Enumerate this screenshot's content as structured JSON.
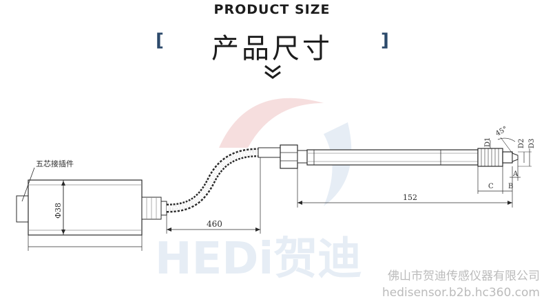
{
  "header": {
    "title_en": "PRODUCT SIZE",
    "title_cn": "产品尺寸",
    "bracket_left": "[",
    "bracket_right": "]"
  },
  "drawing": {
    "connector_label": "五芯接插件",
    "dim_body_diameter": "Φ38",
    "dim_cable_length": "460",
    "dim_rod_length": "152",
    "dim_d1": "D1",
    "dim_d2": "D2",
    "dim_d3": "D3",
    "dim_angle": "45°",
    "dim_a": "A",
    "dim_b": "B",
    "dim_c": "C"
  },
  "watermark": {
    "brand": "HEDi贺迪",
    "company": "佛山市贺迪传感仪器有限公司",
    "url": "hedisensor.b2b.hc360.com"
  },
  "colors": {
    "line": "#2a2a2a",
    "accent": "#2c4a6b",
    "watermark_red": "#f6dede",
    "watermark_blue": "#e6edf5"
  }
}
